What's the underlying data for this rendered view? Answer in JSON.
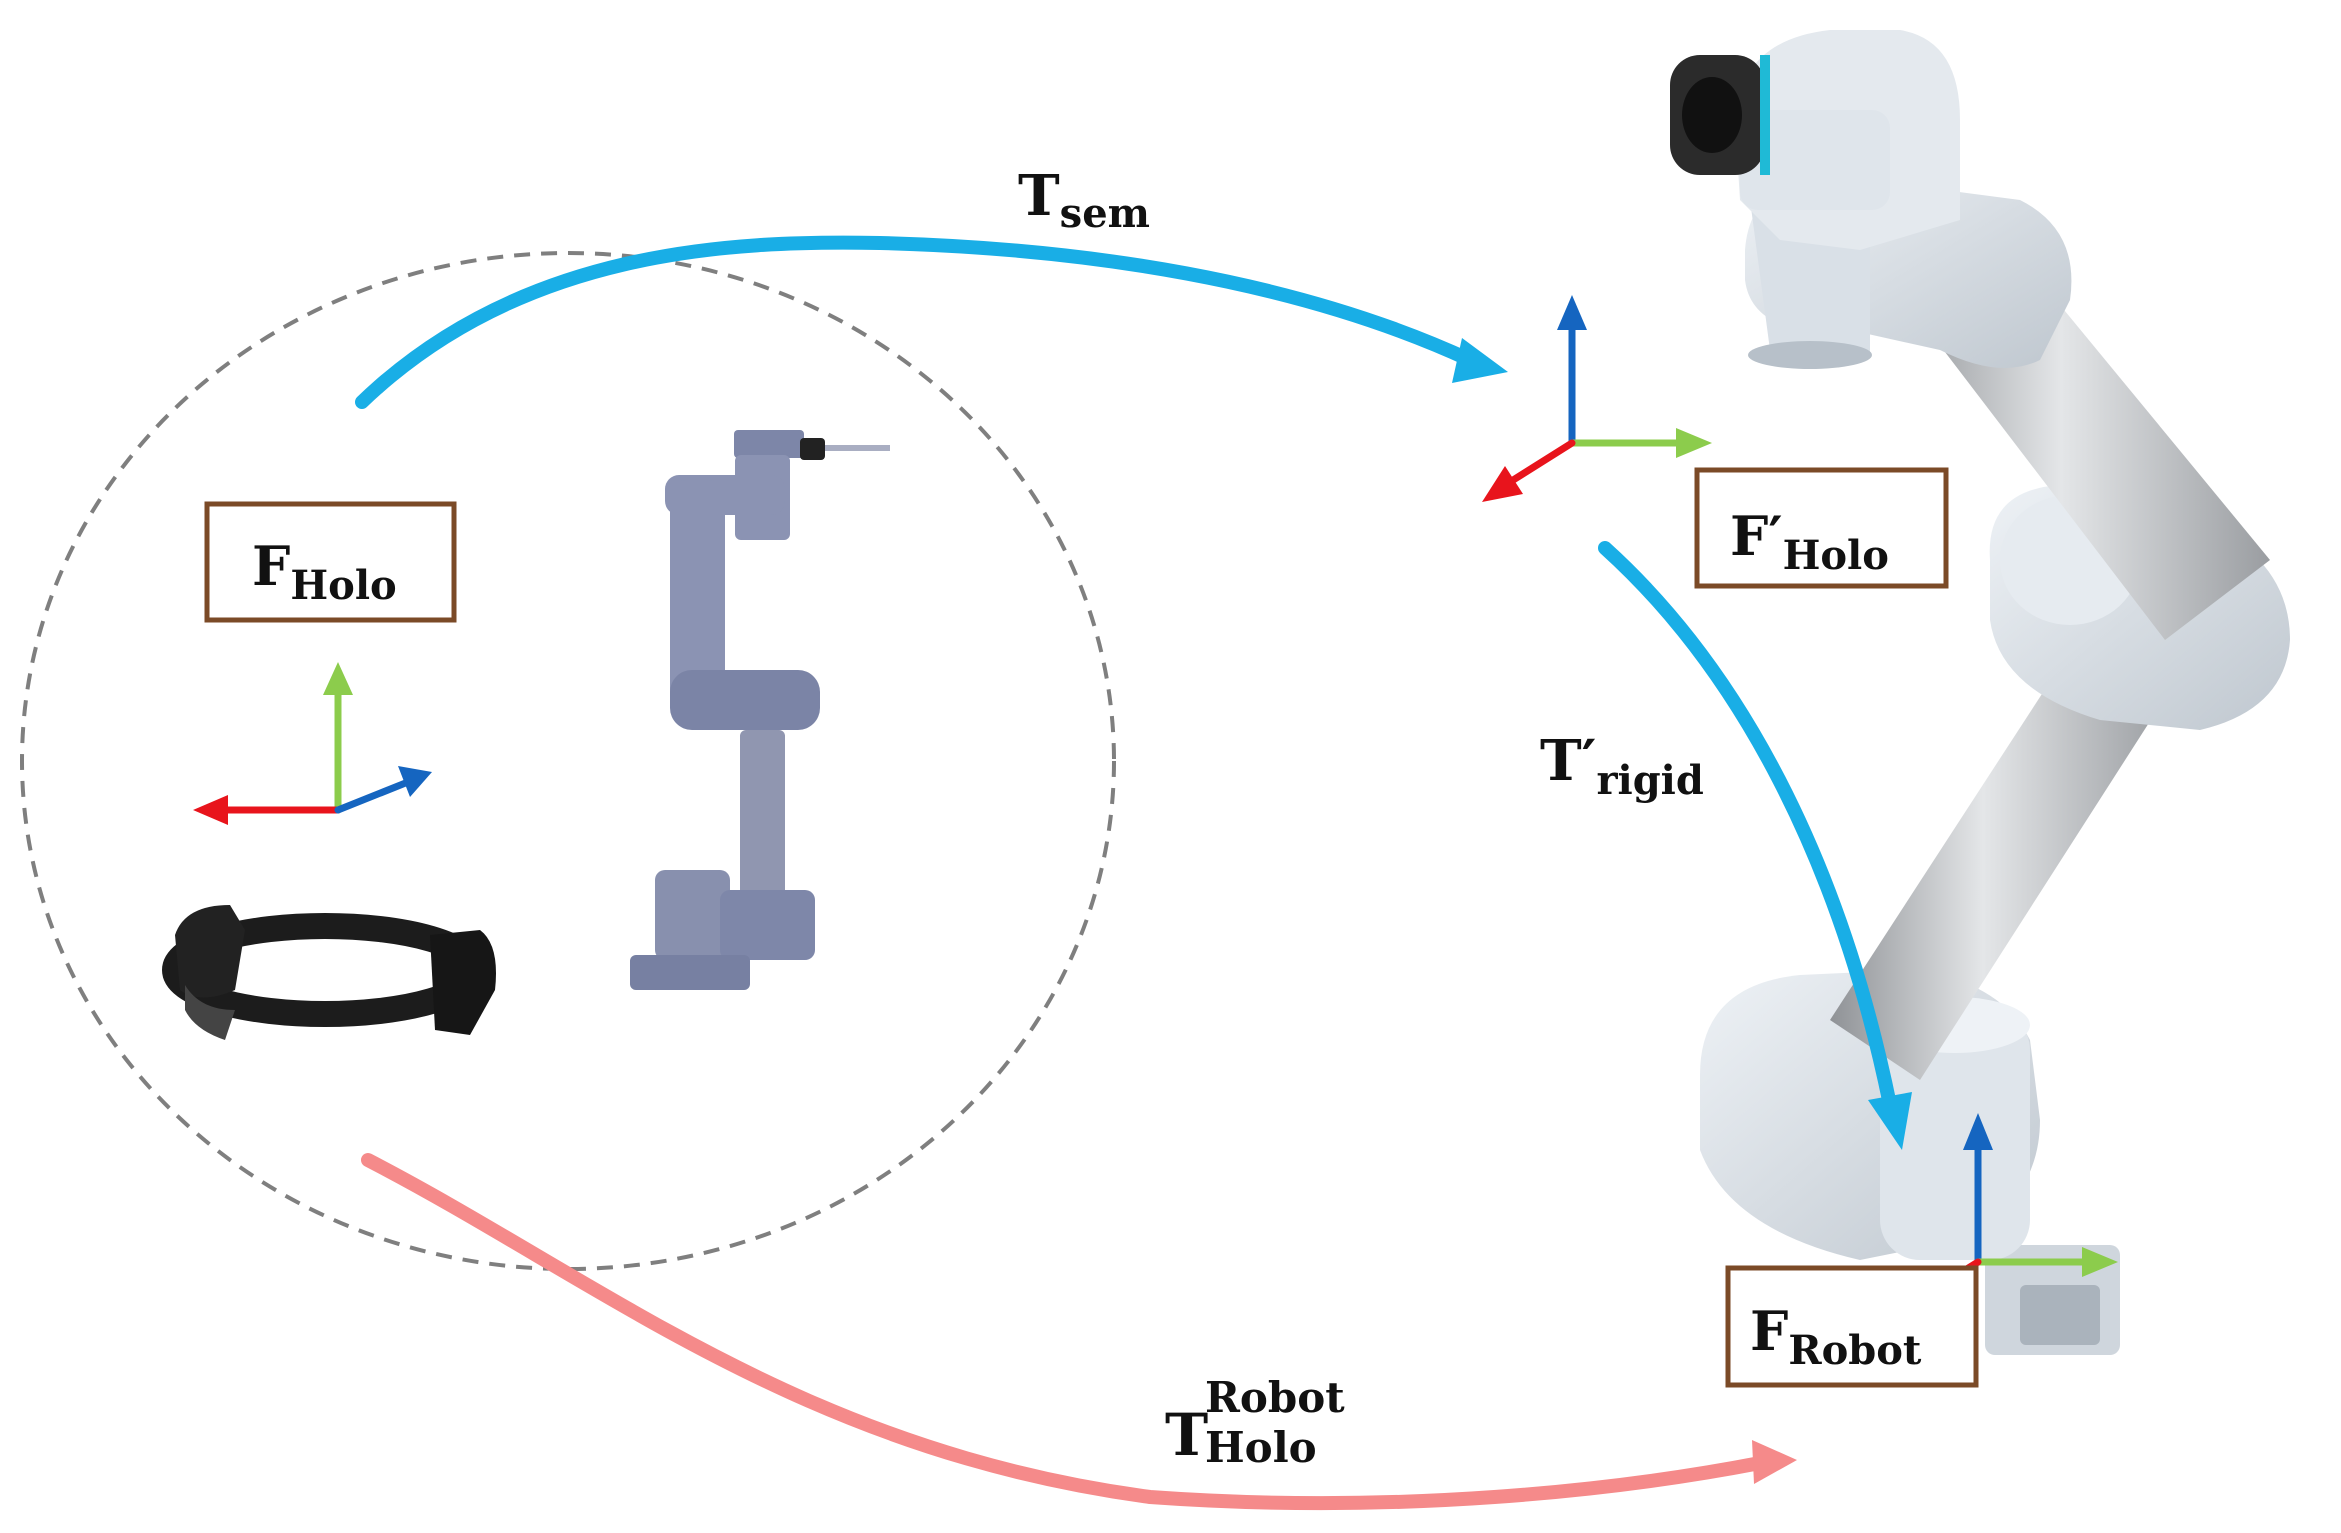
{
  "colors": {
    "blue_arrow": "#19aee6",
    "pink_arrow": "#f58a8a",
    "frame_box": "#7b4a27",
    "axis_x_red": "#e8141c",
    "axis_y_green": "#8ccc4c",
    "axis_z_blue": "#1565c0",
    "circle_dash": "#7f7f7f",
    "robot_body": "#d7dde4",
    "robot_tube": "#b9bcbf",
    "holo_robot": "#8b93b3",
    "headset": "#1c1c1c"
  },
  "labels": {
    "f_holo": {
      "main": "F",
      "sub": "Holo"
    },
    "f_holo_prime": {
      "main": "F′",
      "sub": "Holo"
    },
    "f_robot": {
      "main": "F",
      "sub": "Robot"
    },
    "t_sem": {
      "main": "T",
      "sub": "sem"
    },
    "t_rigid": {
      "main": "T′",
      "sub": "rigid"
    },
    "t_holo_robot": {
      "main": "T",
      "sup": "Robot",
      "sub": "Holo"
    }
  },
  "icons": {
    "headset": "hololens-headset-icon",
    "hologram_robot": "hologram-robot-arm-icon",
    "real_robot": "robot-arm-icon"
  }
}
